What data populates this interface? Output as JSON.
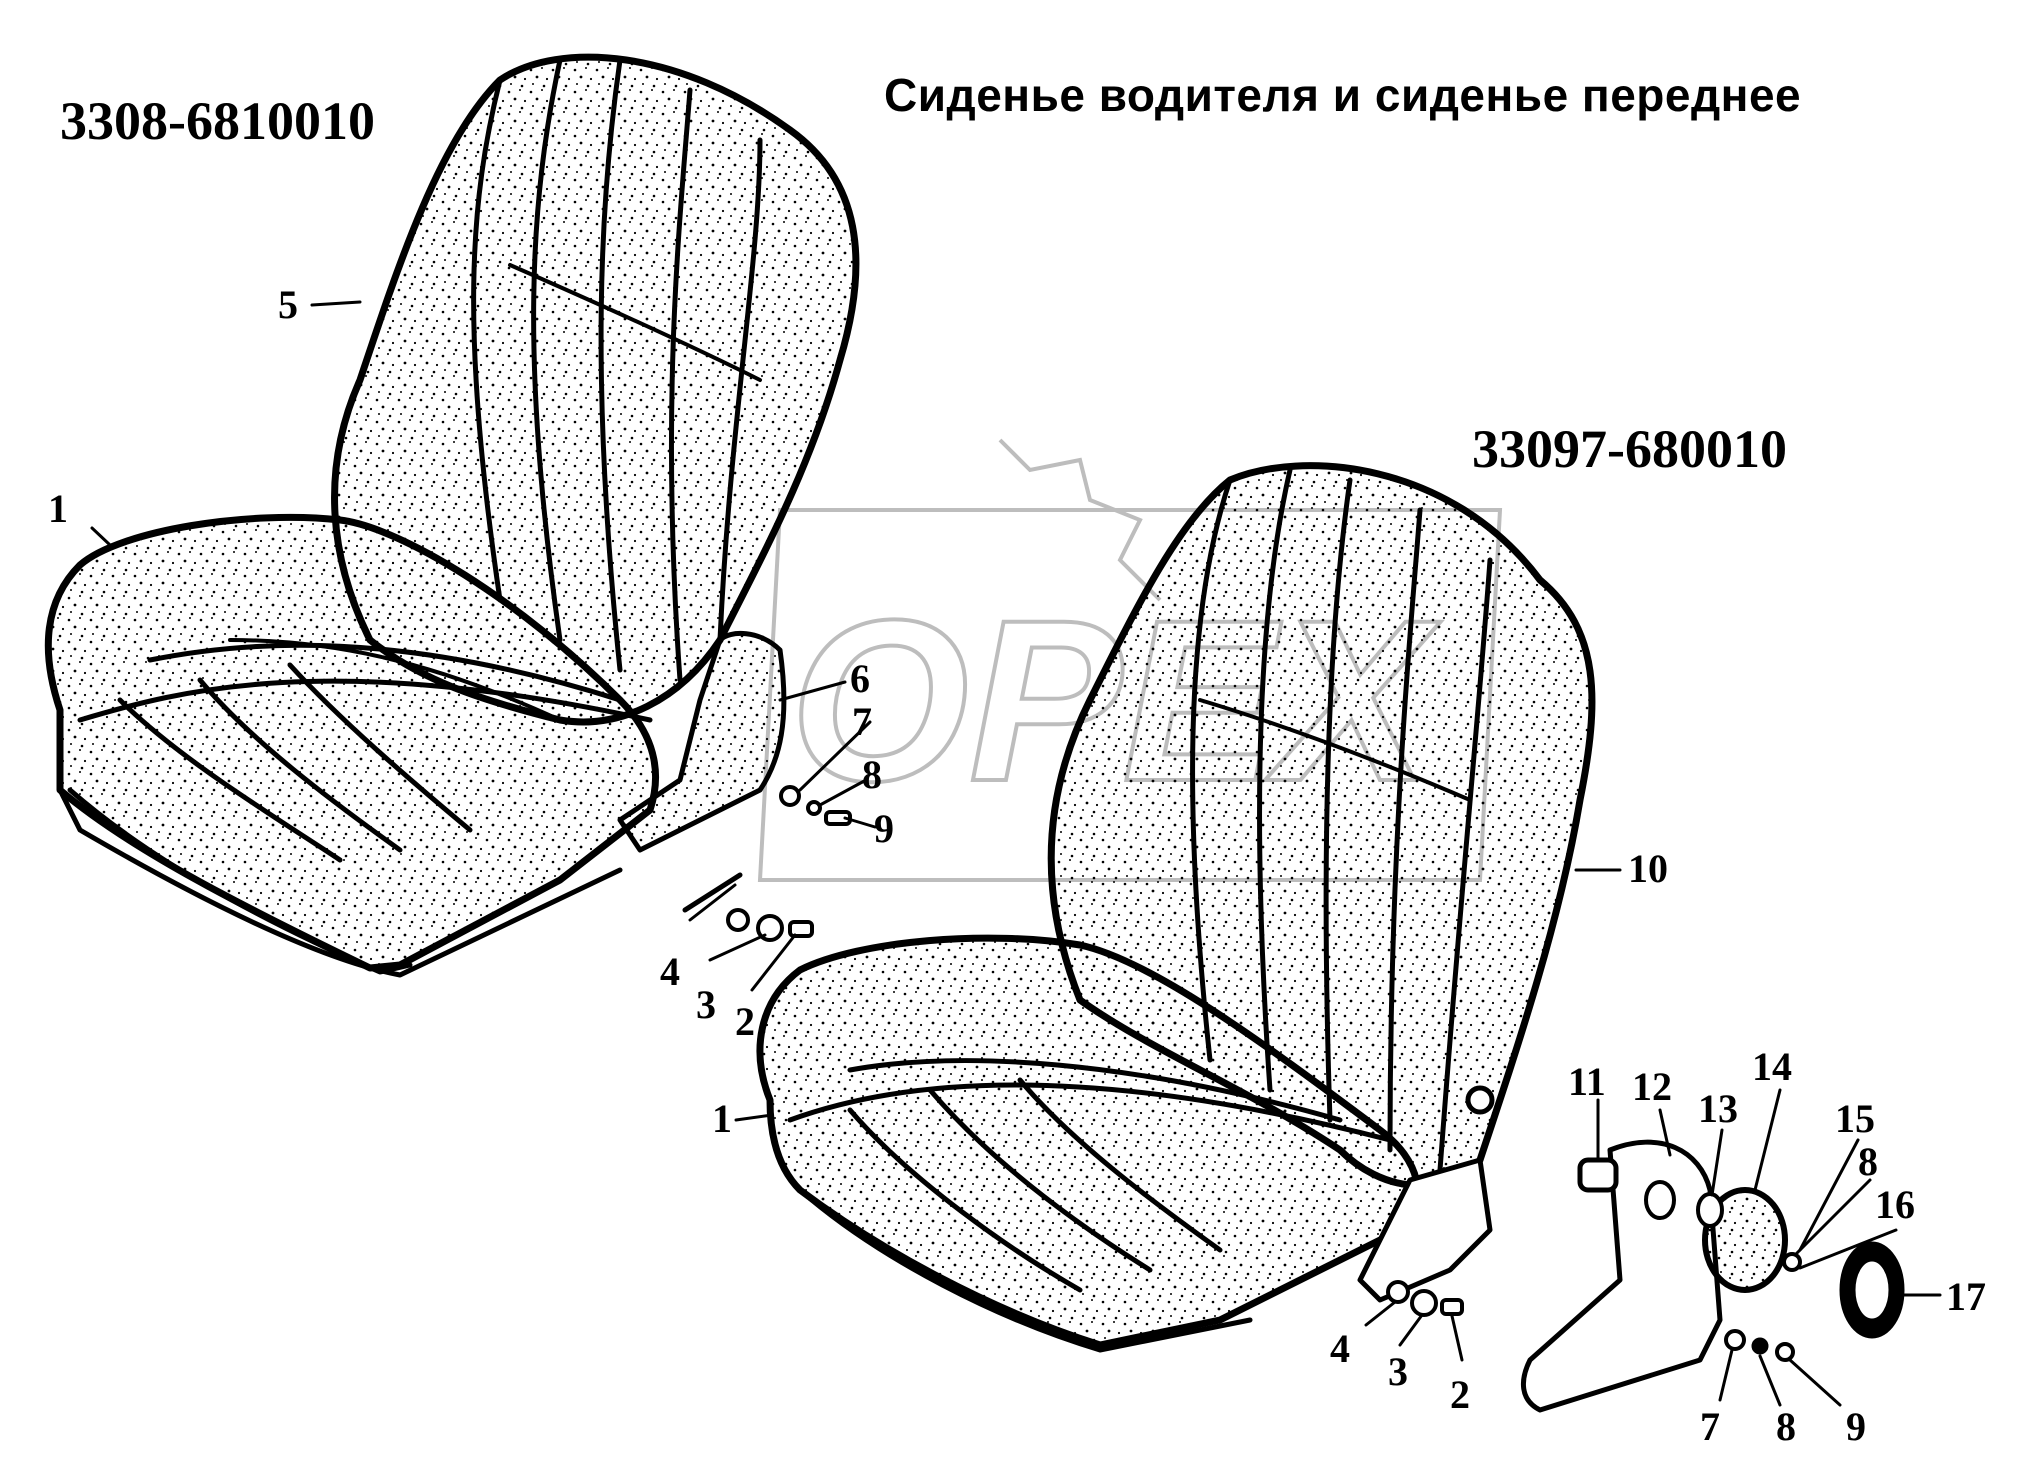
{
  "title": "Сиденье водителя и сиденье переднее",
  "codes": {
    "driver_seat": "3308-6810010",
    "front_seat": "33097-680010"
  },
  "watermark": "OPEX",
  "callouts_seat_a": {
    "n1": "1",
    "n2": "2",
    "n3": "3",
    "n4": "4",
    "n5": "5",
    "n6": "6",
    "n7": "7",
    "n8": "8",
    "n9": "9"
  },
  "callouts_seat_b": {
    "n1": "1",
    "n2": "2",
    "n3": "3",
    "n4": "4",
    "n7": "7",
    "n8": "8",
    "n8b": "8",
    "n9": "9",
    "n10": "10",
    "n11": "11",
    "n12": "12",
    "n13": "13",
    "n14": "14",
    "n15": "15",
    "n16": "16",
    "n17": "17"
  },
  "colors": {
    "line": "#000000",
    "watermark": "#bdbdbd",
    "background": "#ffffff"
  }
}
